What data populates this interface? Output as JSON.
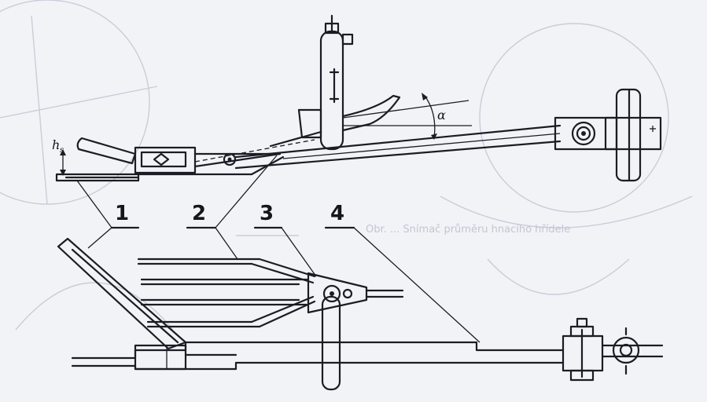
{
  "figure": {
    "callouts": [
      {
        "id": "1",
        "text": "1"
      },
      {
        "id": "2",
        "text": "2"
      },
      {
        "id": "3",
        "text": "3"
      },
      {
        "id": "4",
        "text": "4"
      }
    ],
    "dimension_height_main": "h",
    "dimension_height_sub": "s",
    "angle_label": "α",
    "background_bleed_text": "Obr. ... Snímač průměru hnacího hřídele"
  },
  "colors": {
    "paper": "#f2f3f7",
    "ink": "#1b1d24",
    "bleed": "#c2c6d2"
  }
}
